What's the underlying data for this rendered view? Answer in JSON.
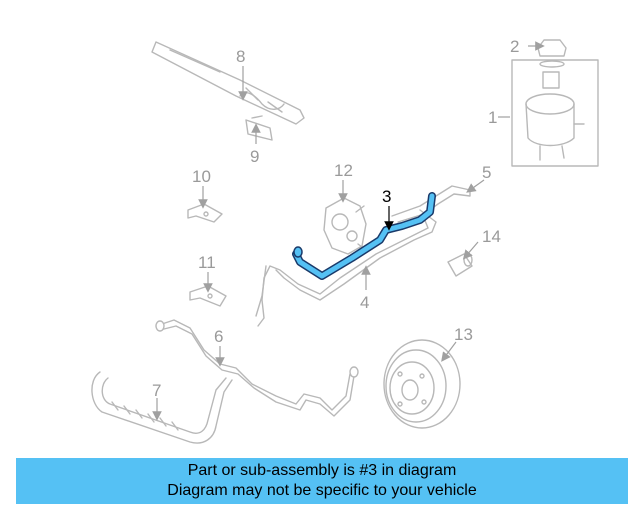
{
  "callouts": {
    "c1": "1",
    "c2": "2",
    "c3": "3",
    "c4": "4",
    "c5": "5",
    "c6": "6",
    "c7": "7",
    "c8": "8",
    "c9": "9",
    "c10": "10",
    "c11": "11",
    "c12": "12",
    "c13": "13",
    "c14": "14"
  },
  "highlight_part": "3",
  "colors": {
    "highlight": "#55c1f4",
    "parts": "#b8b8b8",
    "banner": "#55c1f4"
  },
  "banner": {
    "line1": "Part or sub-assembly is #3 in diagram",
    "line2": "Diagram may not be specific to your vehicle"
  }
}
